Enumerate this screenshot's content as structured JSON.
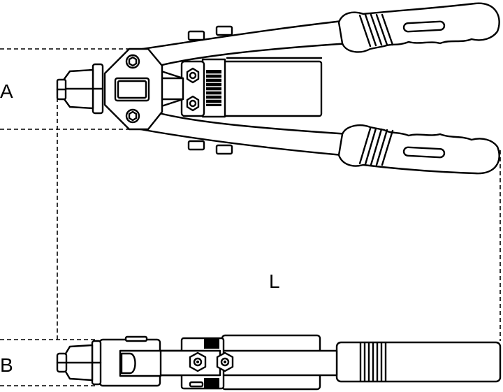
{
  "diagram": {
    "subject": "hand rivet nut tool technical drawing",
    "views": [
      "top-view",
      "side-view"
    ],
    "dimension_labels": {
      "A": "A",
      "B": "B",
      "L": "L"
    },
    "colors": {
      "line": "#000000",
      "background": "#ffffff"
    }
  }
}
